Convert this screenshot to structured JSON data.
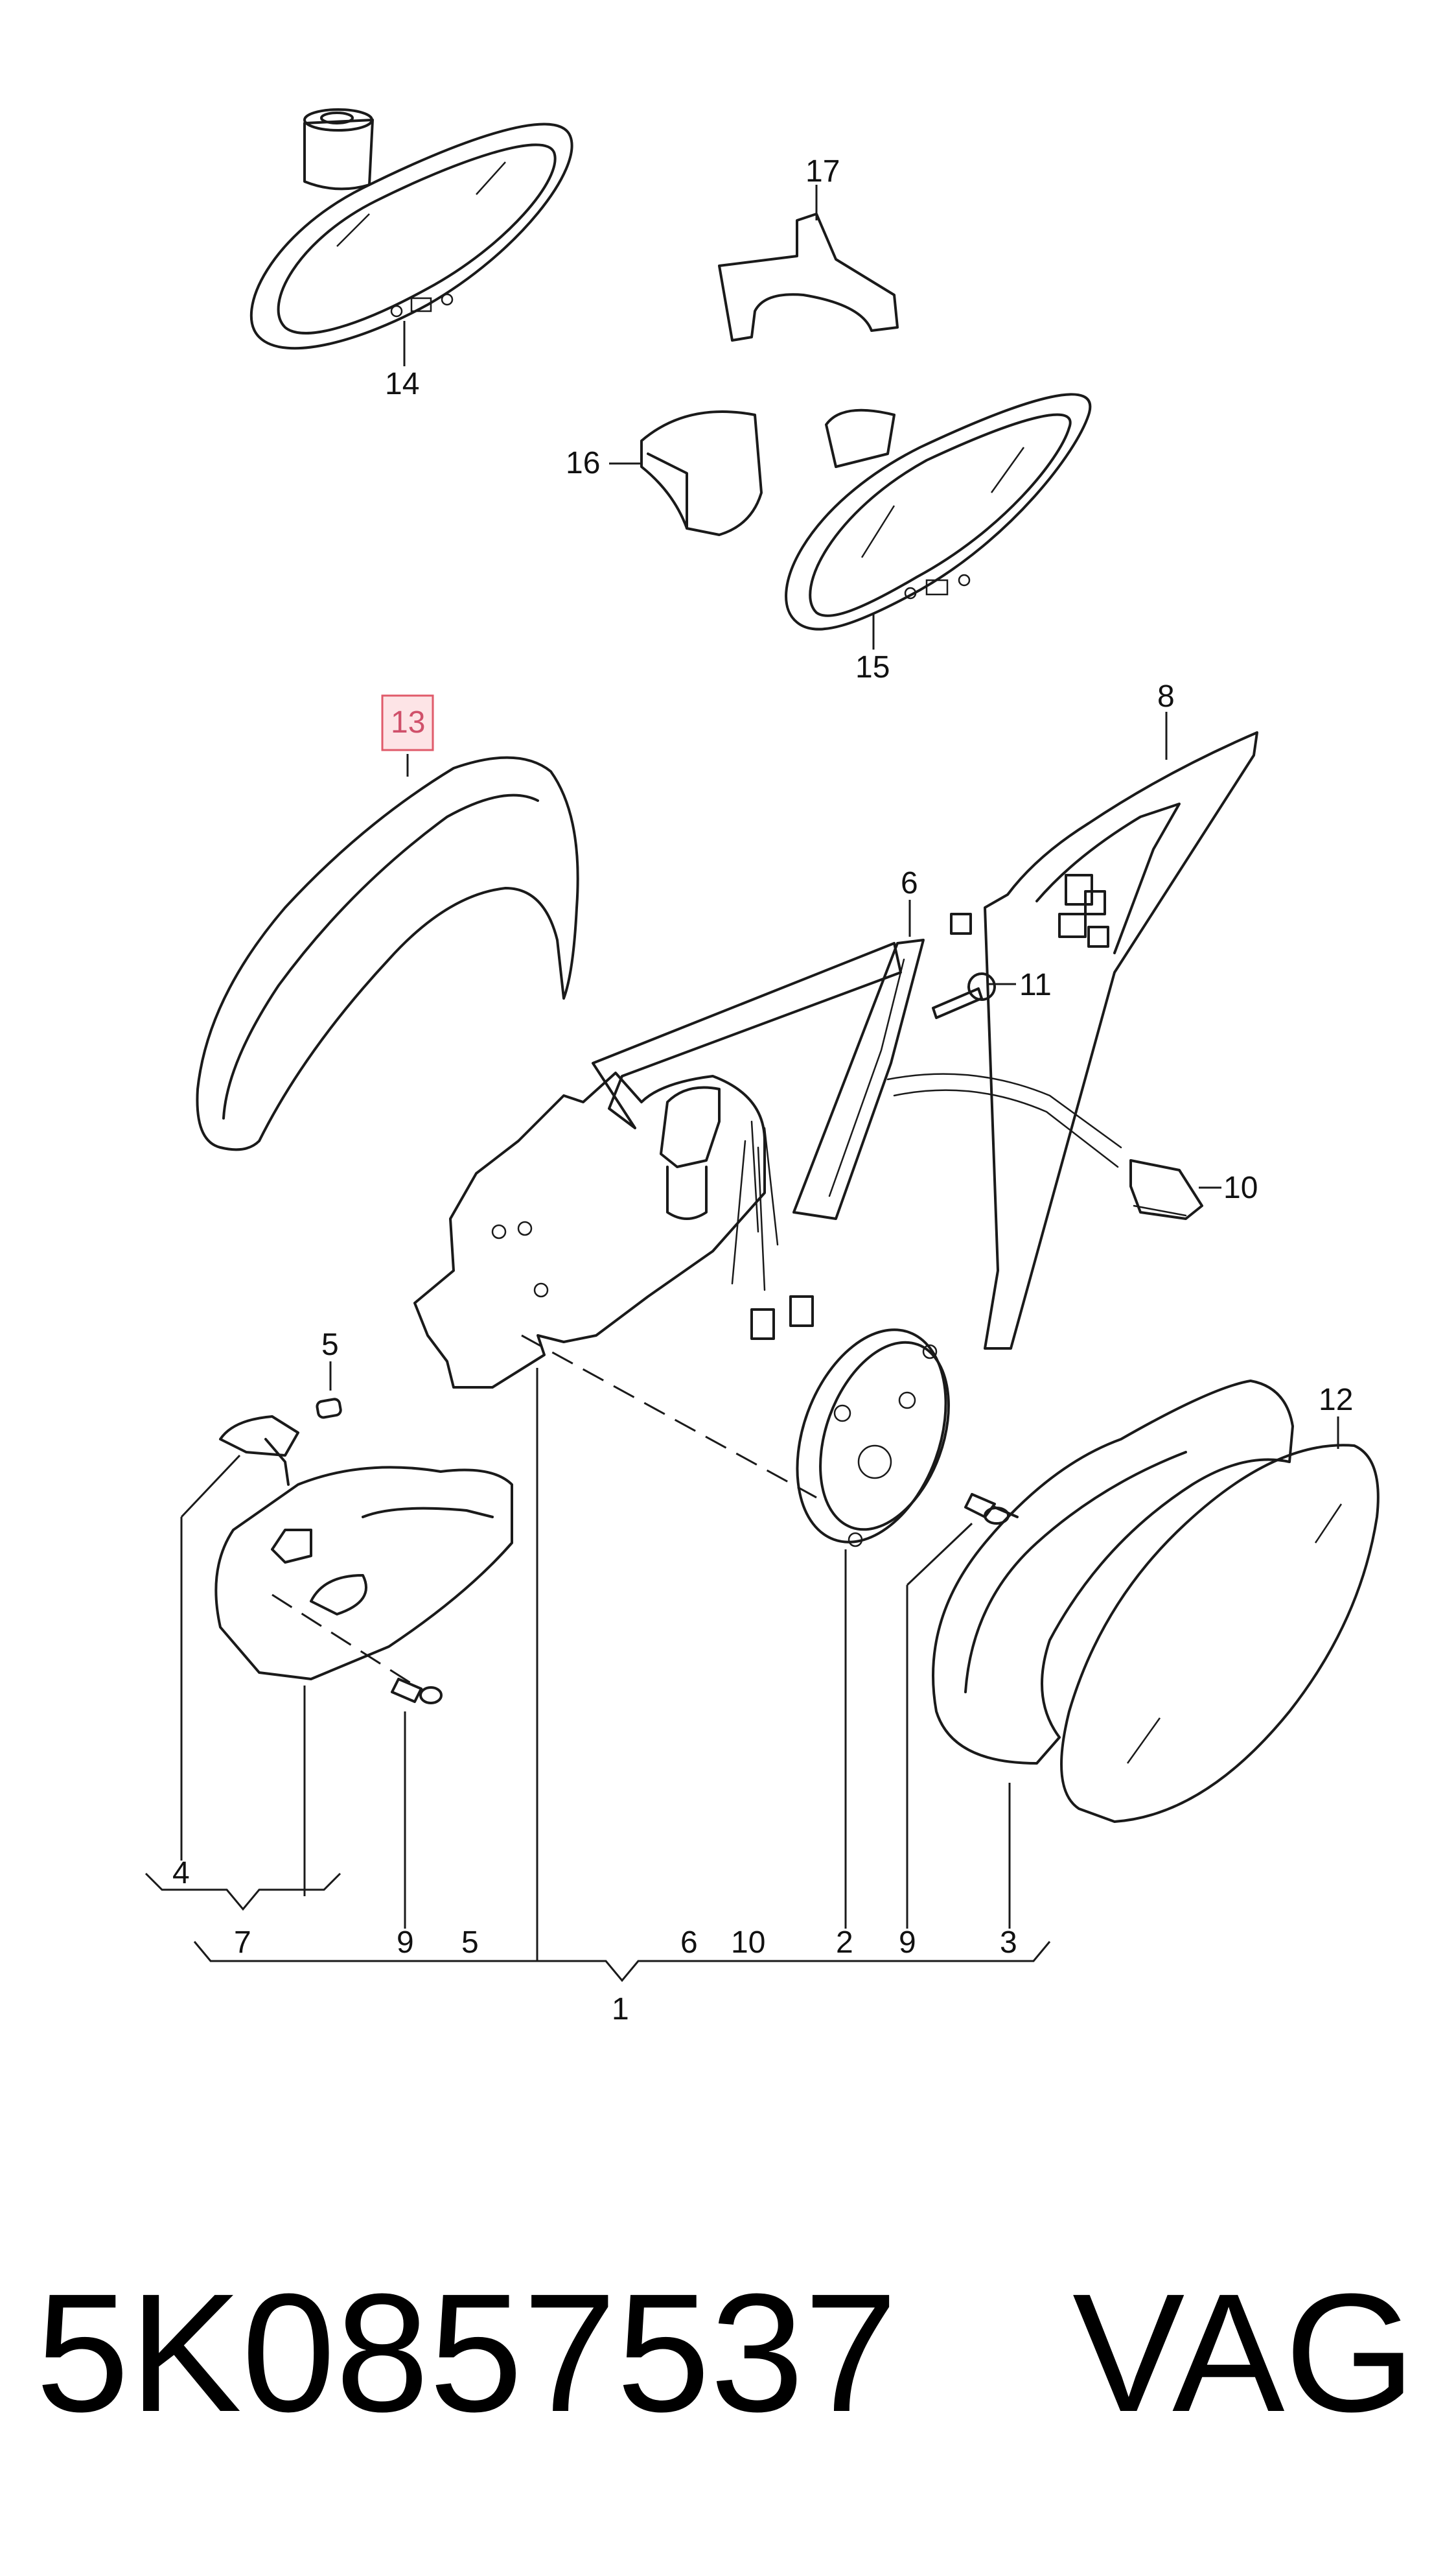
{
  "callouts": {
    "c1": "1",
    "c2": "2",
    "c3": "3",
    "c4": "4",
    "c5a": "5",
    "c5b": "5",
    "c6a": "6",
    "c6b": "6",
    "c7": "7",
    "c8": "8",
    "c9a": "9",
    "c9b": "9",
    "c10a": "10",
    "c10b": "10",
    "c11": "11",
    "c12": "12",
    "c13": "13",
    "c14": "14",
    "c15": "15",
    "c16": "16",
    "c17": "17"
  },
  "highlighted_callout": "13",
  "colors": {
    "highlight_fill": "#fde4e6",
    "highlight_stroke": "#e05a6a",
    "line": "#1a1a1a"
  },
  "footer": {
    "part_number": "5K0857537",
    "brand": "VAG"
  }
}
